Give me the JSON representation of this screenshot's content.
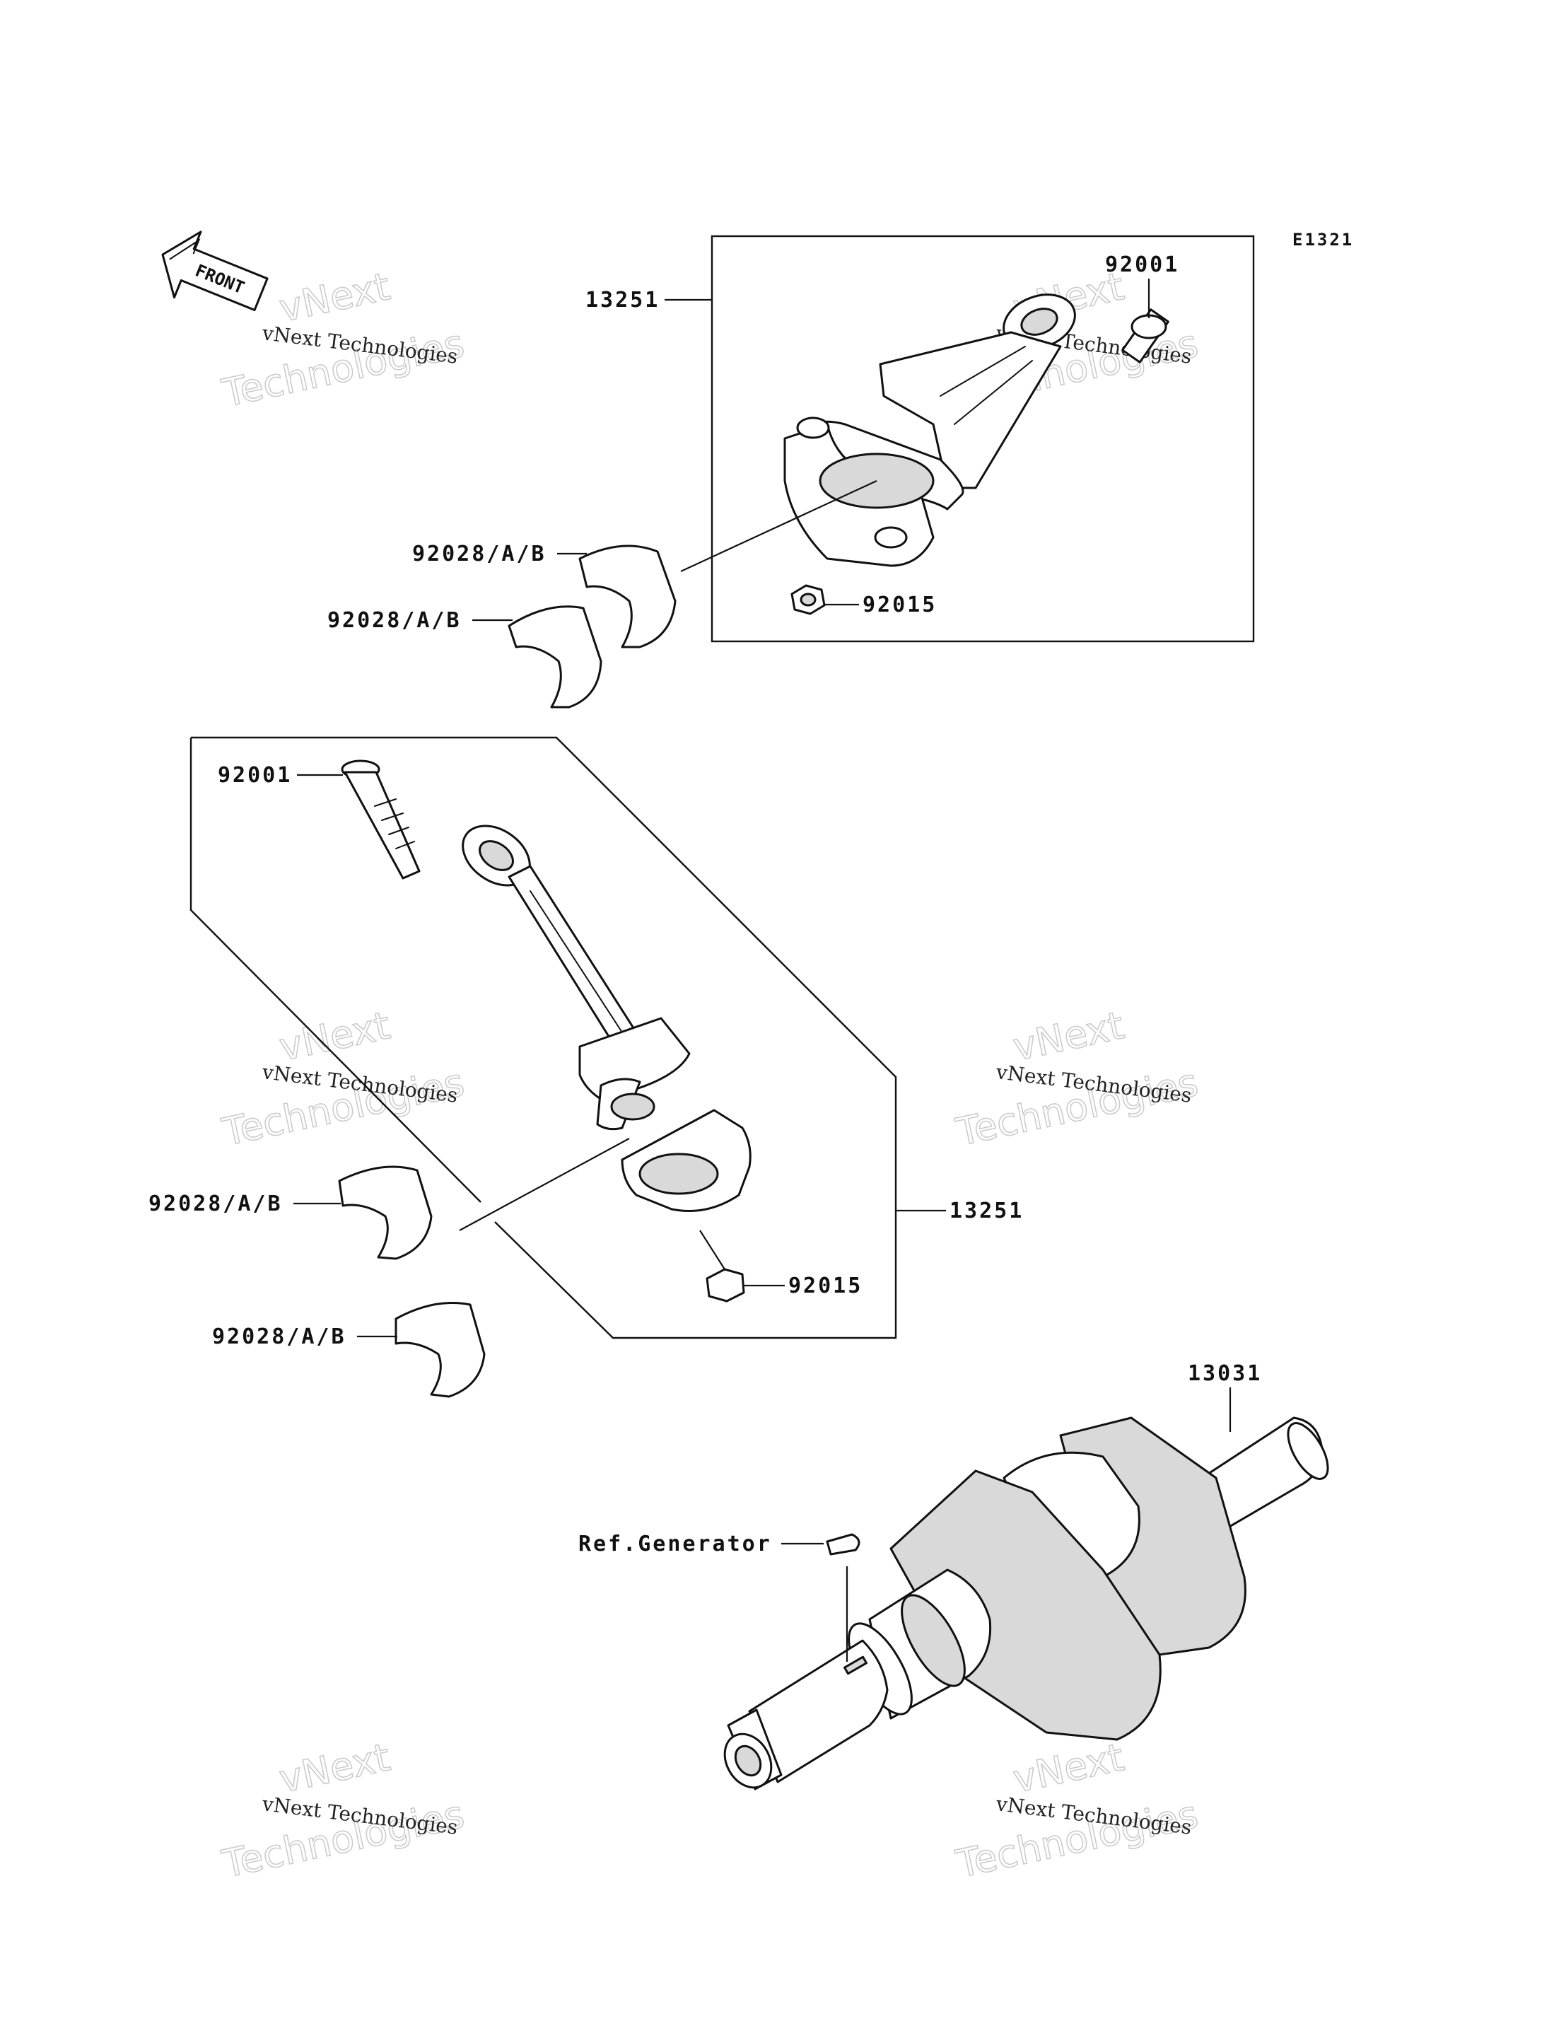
{
  "diagram_code": "E1321",
  "front_arrow": {
    "label": "FRONT"
  },
  "callouts": {
    "upper_assembly": "13251",
    "upper_bolt": "92001",
    "upper_nut": "92015",
    "upper_bearing_a": "92028/A/B",
    "upper_bearing_b": "92028/A/B",
    "lower_bolt": "92001",
    "lower_assembly": "13251",
    "lower_nut": "92015",
    "lower_bearing_a": "92028/A/B",
    "lower_bearing_b": "92028/A/B",
    "crankshaft": "13031",
    "generator_ref": "Ref.Generator"
  },
  "watermark": {
    "line1": "vNext Technologies",
    "line2": "vNext",
    "line3": "Technologies"
  },
  "colors": {
    "ink": "#111111",
    "paper": "#ffffff",
    "watermark_outline": "#cccccc"
  },
  "icons": [
    "front-arrow-icon"
  ]
}
